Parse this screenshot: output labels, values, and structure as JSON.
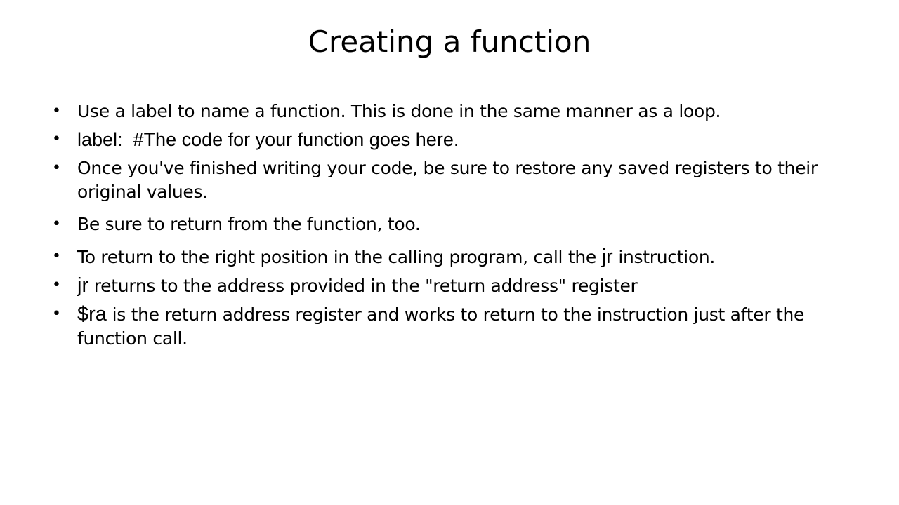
{
  "slide": {
    "title": "Creating a function",
    "bullets": [
      {
        "text": "Use a label to name a function. This is done in the same manner as a loop."
      },
      {
        "code": "label:  #The code for your function goes here."
      },
      {
        "text": "Once you've finished writing your code, be sure to restore any saved registers to their original values."
      },
      {
        "text": "Be sure to return from the function, too."
      },
      {
        "before": "To return to the right position in the calling program, call the ",
        "code": "jr",
        "after": " instruction."
      },
      {
        "code": "jr",
        "after": " returns to the address provided in the \"return address\" register"
      },
      {
        "code": "$ra",
        "after": " is the return address register and works to return to the instruction just after the function call."
      }
    ],
    "bullet_glyph": "•"
  }
}
